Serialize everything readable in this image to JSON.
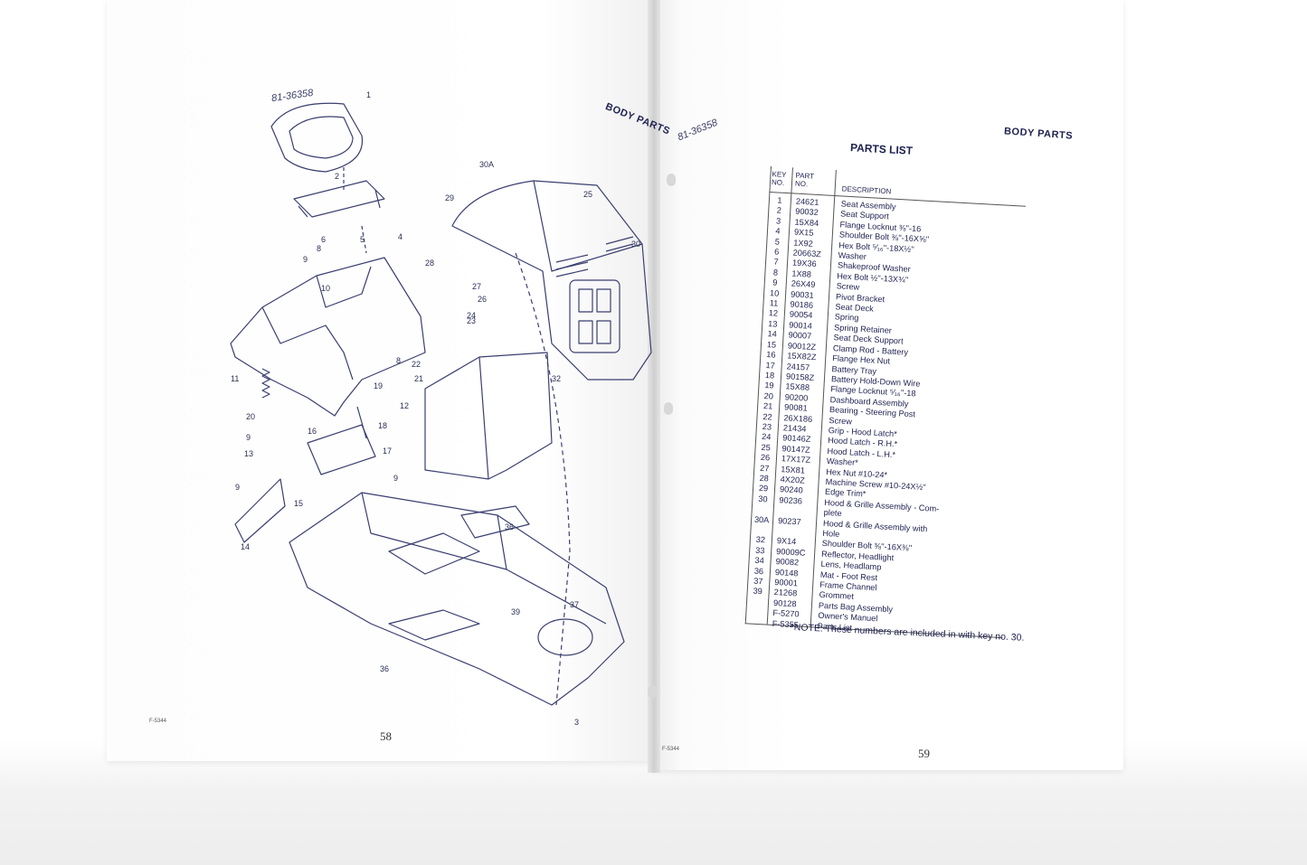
{
  "left_page": {
    "part_code": "81-36358",
    "section_tag": "BODY PARTS",
    "page_number": "58",
    "footer_code": "F-5344",
    "callouts": [
      "1",
      "2",
      "30A",
      "29",
      "25",
      "4",
      "5",
      "6",
      "8",
      "9",
      "10",
      "28",
      "27",
      "26",
      "24",
      "23",
      "30",
      "11",
      "8",
      "22",
      "21",
      "32",
      "19",
      "12",
      "20",
      "18",
      "9",
      "16",
      "17",
      "13",
      "15",
      "9",
      "9",
      "14",
      "36",
      "39",
      "37",
      "36",
      "3"
    ]
  },
  "right_page": {
    "part_code": "81-36358",
    "section_tag": "BODY PARTS",
    "title": "PARTS LIST",
    "headers": {
      "key": "KEY\nNO.",
      "part": "PART\nNO.",
      "desc": "DESCRIPTION"
    },
    "rows": [
      {
        "key": "1",
        "part": "24621",
        "desc": "Seat Assembly"
      },
      {
        "key": "2",
        "part": "90032",
        "desc": "Seat Support"
      },
      {
        "key": "3",
        "part": "15X84",
        "desc": "Flange Locknut ⅜''-16"
      },
      {
        "key": "4",
        "part": "9X15",
        "desc": "Shoulder Bolt ⅜''-16X⅝''"
      },
      {
        "key": "5",
        "part": "1X92",
        "desc": "Hex Bolt ⁵⁄₁₆''-18X½''"
      },
      {
        "key": "6",
        "part": "20663Z",
        "desc": "Washer"
      },
      {
        "key": "7",
        "part": "19X36",
        "desc": "Shakeproof Washer"
      },
      {
        "key": "8",
        "part": "1X88",
        "desc": "Hex Bolt ½''-13X¾''"
      },
      {
        "key": "9",
        "part": "26X49",
        "desc": "Screw"
      },
      {
        "key": "10",
        "part": "90031",
        "desc": "Pivot Bracket"
      },
      {
        "key": "11",
        "part": "90186",
        "desc": "Seat Deck"
      },
      {
        "key": "12",
        "part": "90054",
        "desc": "Spring"
      },
      {
        "key": "13",
        "part": "90014",
        "desc": "Spring Retainer"
      },
      {
        "key": "14",
        "part": "90007",
        "desc": "Seat Deck Support"
      },
      {
        "key": "15",
        "part": "90012Z",
        "desc": "Clamp Rod - Battery"
      },
      {
        "key": "16",
        "part": "15X82Z",
        "desc": "Flange Hex Nut"
      },
      {
        "key": "17",
        "part": "24157",
        "desc": "Battery Tray"
      },
      {
        "key": "18",
        "part": "90158Z",
        "desc": "Battery Hold-Down Wire"
      },
      {
        "key": "19",
        "part": "15X88",
        "desc": "Flange Locknut ⁵⁄₁₆''-18"
      },
      {
        "key": "20",
        "part": "90200",
        "desc": "Dashboard Assembly"
      },
      {
        "key": "21",
        "part": "90081",
        "desc": "Bearing - Steering Post"
      },
      {
        "key": "22",
        "part": "26X186",
        "desc": "Screw"
      },
      {
        "key": "23",
        "part": "21434",
        "desc": "Grip - Hood Latch*"
      },
      {
        "key": "24",
        "part": "90146Z",
        "desc": "Hood Latch - R.H.*"
      },
      {
        "key": "25",
        "part": "90147Z",
        "desc": "Hood Latch - L.H.*"
      },
      {
        "key": "26",
        "part": "17X17Z",
        "desc": "Washer*"
      },
      {
        "key": "27",
        "part": "15X81",
        "desc": "Hex Nut #10-24*"
      },
      {
        "key": "28",
        "part": "4X20Z",
        "desc": "Machine Screw #10-24X½''"
      },
      {
        "key": "29",
        "part": "90240",
        "desc": "Edge Trim*"
      },
      {
        "key": "30",
        "part": "90236",
        "desc": "Hood & Grille Assembly - Com-\nplete"
      },
      {
        "key": "30A",
        "part": "90237",
        "desc": "Hood & Grille Assembly with\nHole"
      },
      {
        "key": "32",
        "part": "9X14",
        "desc": "Shoulder Bolt ⅜''-16X⅜''"
      },
      {
        "key": "33",
        "part": "90009C",
        "desc": "Reflector, Headlight"
      },
      {
        "key": "34",
        "part": "90082",
        "desc": "Lens, Headlamp"
      },
      {
        "key": "36",
        "part": "90148",
        "desc": "Mat - Foot Rest"
      },
      {
        "key": "37",
        "part": "90001",
        "desc": "Frame Channel"
      },
      {
        "key": "39",
        "part": "21268",
        "desc": "Grommet"
      },
      {
        "key": "",
        "part": "90128",
        "desc": "Parts Bag Assembly"
      },
      {
        "key": "",
        "part": "F-5270",
        "desc": "Owner's Manuel"
      },
      {
        "key": "",
        "part": "F-5355",
        "desc": "Parts List"
      }
    ],
    "note": "*NOTE: These numbers are included in with key no. 30.",
    "page_number": "59",
    "footer_code": "F-5344"
  }
}
